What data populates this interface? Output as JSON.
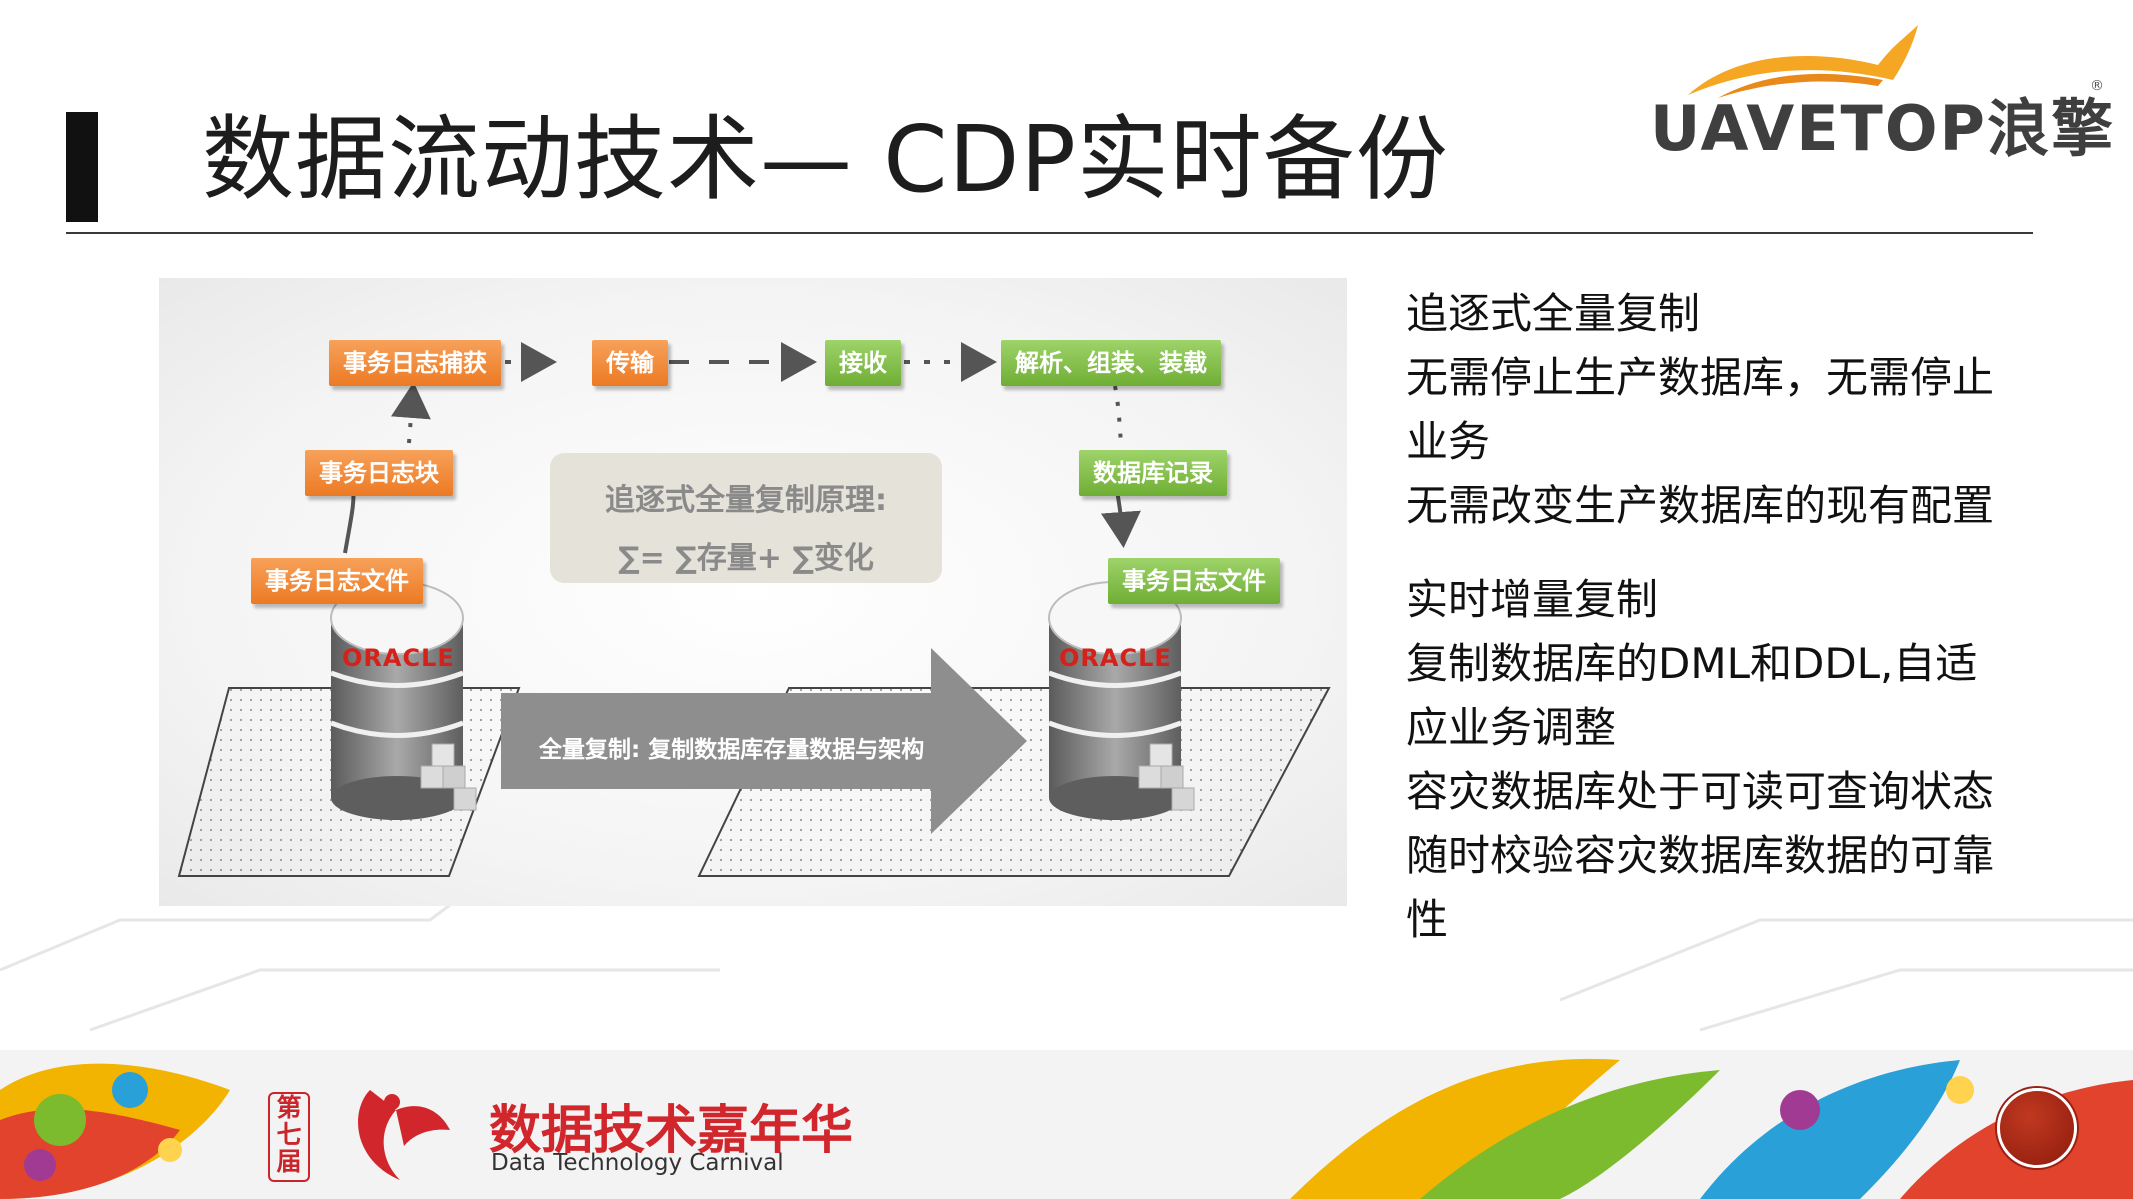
{
  "header": {
    "title": "数据流动技术— CDP实时备份",
    "logo_text": "UAVETOP浪擎",
    "logo_reg": "®"
  },
  "diagram": {
    "flow_top": [
      "事务日志捕获",
      "传输",
      "接收",
      "解析、组装、装载"
    ],
    "left_block": "事务日志块",
    "left_file": "事务日志文件",
    "right_record": "数据库记录",
    "right_file": "事务日志文件",
    "principle_title": "追逐式全量复制原理:",
    "principle_formula": "∑= ∑存量+ ∑变化",
    "big_arrow": "全量复制: 复制数据库存量数据与架构",
    "db_left_label": "ORACLE",
    "db_right_label": "ORACLE"
  },
  "bullets": {
    "group1": [
      "追逐式全量复制",
      "无需停止生产数据库，无需停止",
      "业务",
      "无需改变生产数据库的现有配置"
    ],
    "group2": [
      "实时增量复制",
      "复制数据库的DML和DDL,自适",
      "应业务调整",
      "容灾数据库处于可读可查询状态",
      "随时校验容灾数据库数据的可靠",
      "性"
    ]
  },
  "banner": {
    "edition": "第七届",
    "title": "数据技术嘉年华",
    "subtitle": "Data Technology Carnival"
  },
  "colors": {
    "orange": "#ec7a24",
    "green": "#6fae34",
    "brand_red": "#d1262b",
    "logo_flame": "#f5a623"
  }
}
